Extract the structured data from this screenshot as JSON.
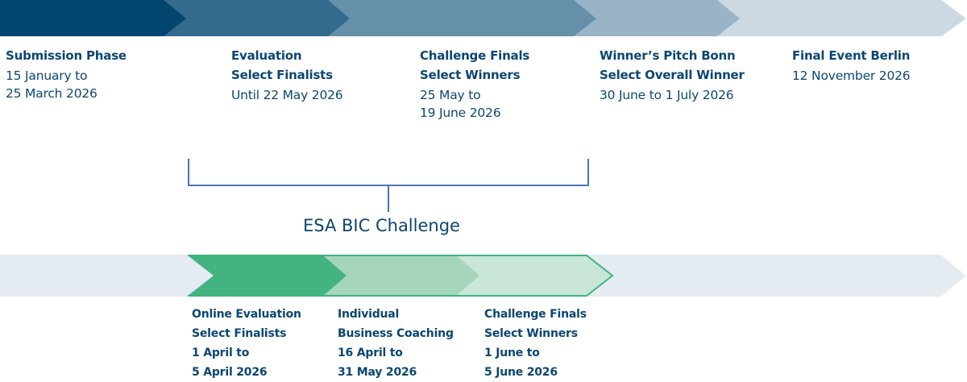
{
  "top_timeline": {
    "phases": [
      {
        "title": [
          "Submission Phase"
        ],
        "dates": [
          "15 January to",
          "25 March 2026"
        ],
        "color": "#02456f"
      },
      {
        "title": [
          "Evaluation",
          "Select Finalists"
        ],
        "dates": [
          "Until 22 May 2026"
        ],
        "color": "#336a8e"
      },
      {
        "title": [
          "Challenge Finals",
          "Select Winners"
        ],
        "dates": [
          "25 May to",
          "19 June 2026"
        ],
        "color": "#668fa9"
      },
      {
        "title": [
          "Winner’s Pitch Bonn",
          "Select Overall Winner"
        ],
        "dates": [
          "30 June to 1 July 2026"
        ],
        "color": "#99b4c6"
      },
      {
        "title": [
          "Final Event Berlin"
        ],
        "dates": [
          "12 November 2026"
        ],
        "color": "#ccd9e2"
      }
    ]
  },
  "bracket": {
    "label": "ESA BIC Challenge",
    "color": "#4a74b8"
  },
  "bottom_timeline": {
    "track_color": "#e4ebf1",
    "outline_color": "#3cb67e",
    "phases": [
      {
        "title": [
          "Online Evaluation",
          "Select Finalists"
        ],
        "dates": [
          "1 April to",
          "5 April 2026"
        ],
        "color": "#42b381"
      },
      {
        "title": [
          "Individual",
          "Business Coaching"
        ],
        "dates": [
          "16 April to",
          "31 May 2026"
        ],
        "color": "#a5d5bd"
      },
      {
        "title": [
          "Challenge Finals",
          "Select Winners"
        ],
        "dates": [
          "1 June to",
          "5 June 2026"
        ],
        "color": "#c9e6d9"
      }
    ]
  },
  "text_color": "#0b4672"
}
